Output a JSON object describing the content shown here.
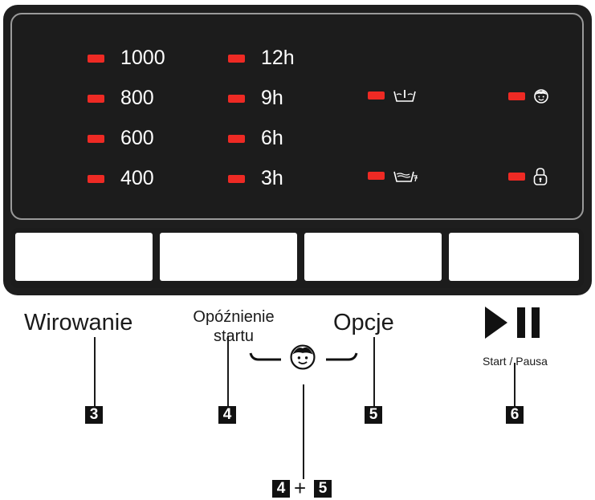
{
  "panel": {
    "spin": [
      "1000",
      "800",
      "600",
      "400"
    ],
    "delay": [
      "12h",
      "9h",
      "6h",
      "3h"
    ],
    "option_icons": [
      "prewash-icon",
      "intensive-wash-icon"
    ],
    "status_icons": [
      "child-face-icon",
      "door-lock-icon"
    ],
    "led_color": "#ee2a24"
  },
  "buttons": {
    "spin_label": "Wirowanie",
    "delay_line1": "Opóźnienie",
    "delay_line2": "startu",
    "options_label": "Opcje",
    "start_label": "Start / Pausa",
    "play_pause_icon": "play-pause-icon",
    "child_lock_icon": "child-face-icon"
  },
  "callouts": {
    "spin": "3",
    "delay": "4",
    "options": "5",
    "start": "6",
    "combo_a": "4",
    "combo_plus": "+",
    "combo_b": "5"
  }
}
